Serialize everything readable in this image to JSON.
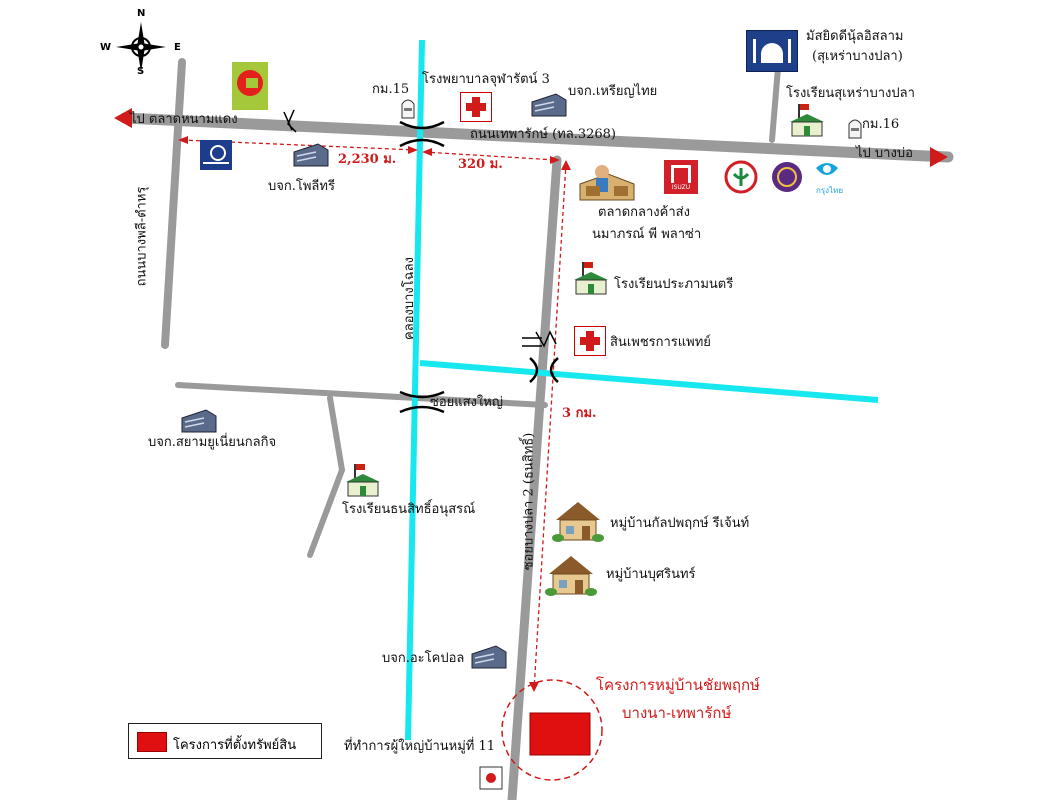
{
  "compass": {
    "north": "N",
    "south": "S",
    "east": "E",
    "west": "W"
  },
  "roads": {
    "main_road": "ถนนเทพารักษ์ (ทล.3268)",
    "to_market_label": "ไป ตลาดหนามแดง",
    "to_bangbo_label": "ไป บางบ่อ",
    "side_road_left": "ถนนบางพลี-ตำหรุ",
    "canal": "คลองบางโฉลง",
    "soi_saeng": "ซอยแสงใหญ่",
    "soi_bangpla": "ซอยบางปลา 2 (ธนสิทธิ์)"
  },
  "distances": {
    "d1": "2,230 ม.",
    "d2": "320 ม.",
    "d3": "3 กม."
  },
  "km_markers": {
    "km15": "กม.15",
    "km16": "กม.16"
  },
  "landmarks": {
    "hospital1": "โรงพยาบาลจุฬารัตน์ 3",
    "company_charoen": "บจก.เหรียญไทย",
    "mosque_line1": "มัสยิดดีนุ้ลอิสลาม",
    "mosque_line2": "(สุเหร่าบางปลา)",
    "school_surao": "โรงเรียนสุเหร่าบางปลา",
    "company_polytree": "บจก.โพลีทรี",
    "market_line1": "ตลาดกลางค้าส่ง",
    "market_line2": "นมาภรณ์ พี พลาซ่า",
    "school_praphamontri": "โรงเรียนประภามนตรี",
    "clinic": "สินเพชรการแพทย์",
    "company_siam": "บจก.สยามยูเนี่ยนกลกิจ",
    "school_thanasit": "โรงเรียนธนสิทธิ์อนุสรณ์",
    "village_kalpapruek": "หมู่บ้านกัลปพฤกษ์ รีเจ้นท์",
    "village_busarin": "หมู่บ้านบุศรินทร์",
    "company_akopol": "บจก.อะโคปอล",
    "village_headman_office": "ที่ทำการผู้ใหญ่บ้านหมู่ที่ 11",
    "project_line1": "โครงการหมู่บ้านชัยพฤกษ์",
    "project_line2": "บางนา-เทพารักษ์"
  },
  "legend": {
    "label": "โครงการที่ตั้งทรัพย์สิน"
  },
  "logos": {
    "bigc": "Big C",
    "isuzu": "ISUZU",
    "ktb": "กรุงไทย",
    "bangkok_bank": "Bangkok Bank"
  },
  "colors": {
    "road": "#9a9a9a",
    "canal": "#17e8f0",
    "accent_red": "#d11a1a",
    "project": "#e01010"
  },
  "icons": [
    "compass-icon",
    "bigc-logo",
    "hospital-icon",
    "building-icon",
    "mosque-icon",
    "school-icon",
    "milestone-icon",
    "bangkok-bank-logo",
    "market-icon",
    "isuzu-logo",
    "kasikorn-logo",
    "scb-logo",
    "ktb-logo",
    "bridge-icon",
    "house-icon",
    "flag-icon"
  ]
}
